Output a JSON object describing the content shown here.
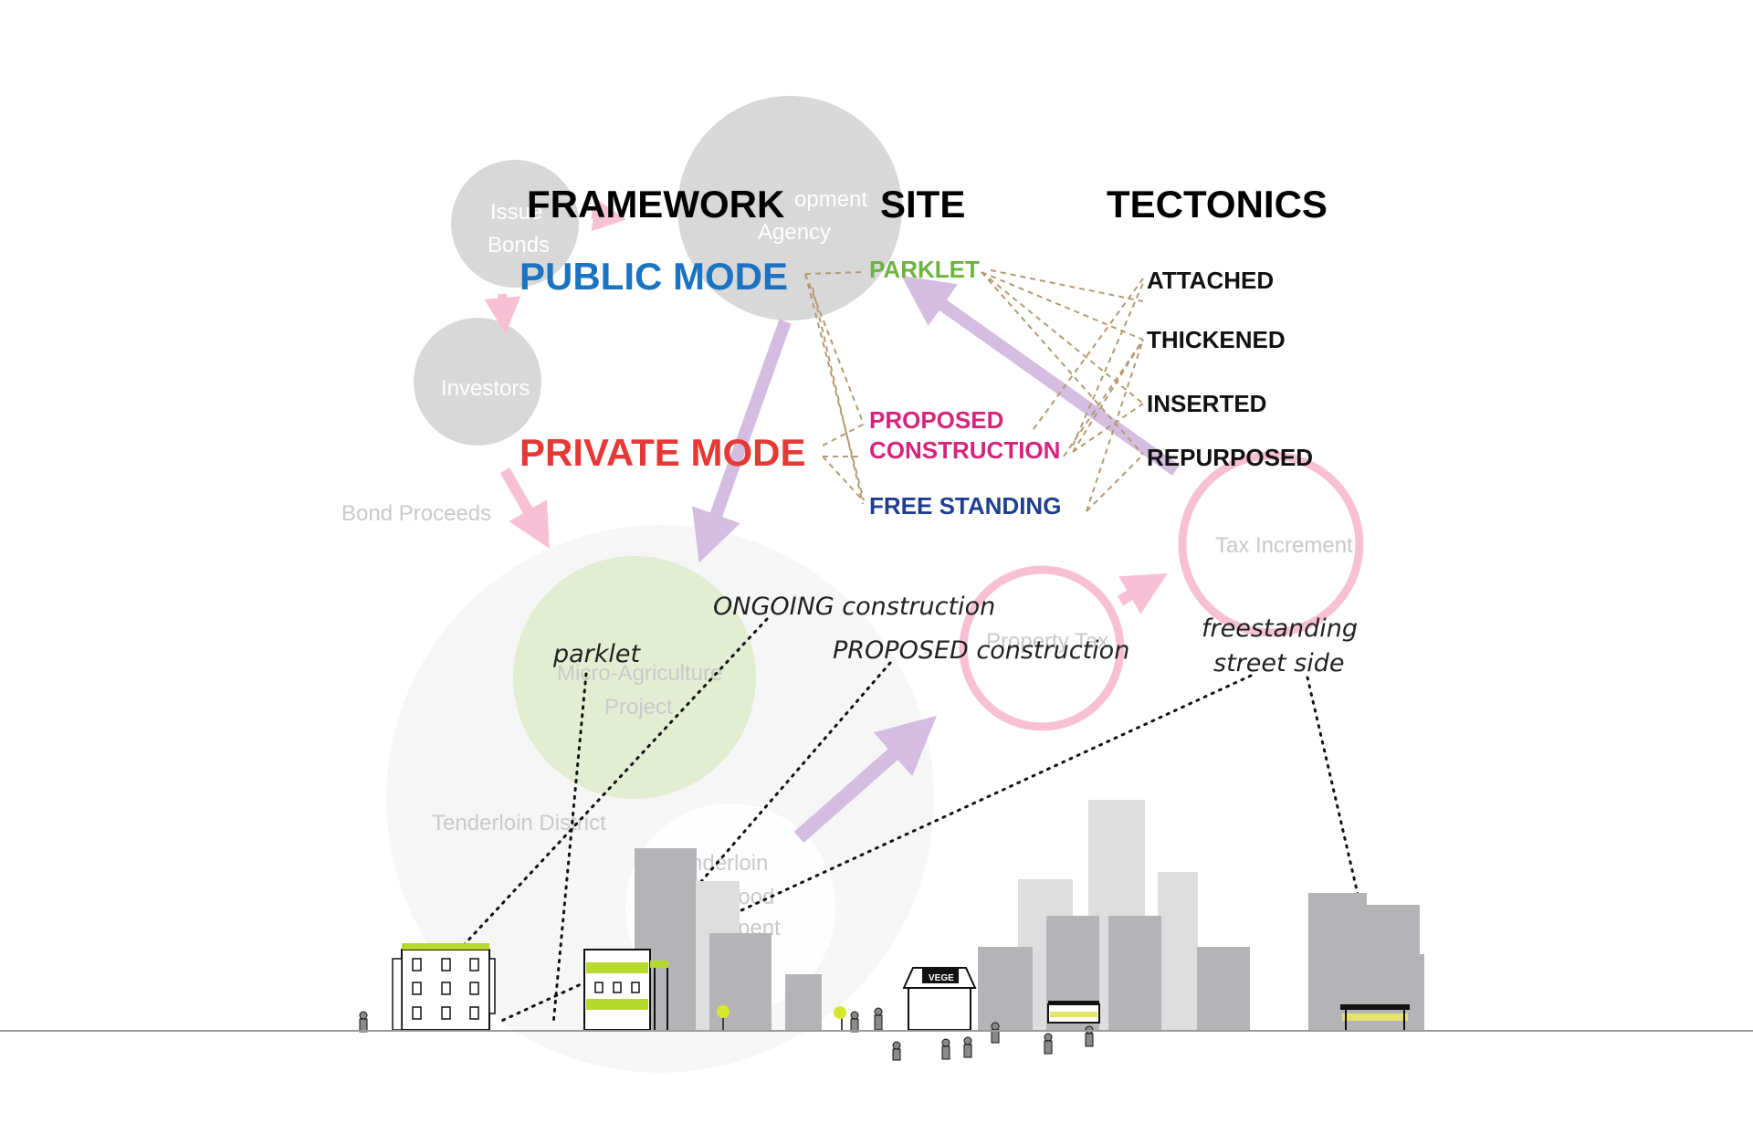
{
  "headings": {
    "framework": "FRAMEWORK",
    "site": "SITE",
    "tectonics": "TECTONICS"
  },
  "modes": {
    "public": "PUBLIC MODE",
    "private": "PRIVATE MODE"
  },
  "site_items": {
    "parklet": "PARKLET",
    "proposed_line1": "PROPOSED",
    "proposed_line2": "CONSTRUCTION",
    "free_standing": "FREE STANDING"
  },
  "tectonics_items": {
    "attached": "ATTACHED",
    "thickened": "THICKENED",
    "inserted": "INSERTED",
    "repurposed": "REPURPOSED"
  },
  "bubbles": {
    "issue_bonds_1": "Issue",
    "issue_bonds_2": "Bonds",
    "agency_1": "opment",
    "agency_2": "Agency",
    "investors": "Investors",
    "bond_proceeds": "Bond Proceeds",
    "tax_increment": "Tax Increment",
    "property_tax": "Property Tax",
    "micro_ag_1": "Micro-Agriculture",
    "micro_ag_2": "Project",
    "tenderloin_district": "Tenderloin District",
    "tn_1": "nderloin",
    "tn_2": "hood",
    "tn_3": "pent"
  },
  "annotations": {
    "ongoing": "ONGOING construction",
    "proposed": "PROPOSED construction",
    "parklet": "parklet",
    "freestanding_1": "freestanding",
    "freestanding_2": "street side"
  },
  "street": {
    "vege_sign": "VEGE"
  },
  "colors": {
    "public_mode": "#1a73c3",
    "private_mode": "#e53935",
    "parklet": "#6db33f",
    "proposed": "#d6247c",
    "free_standing": "#1e3f8f",
    "dashed_links": "#b39a73",
    "purple_arrow": "#d4bde0",
    "pink_arrow": "#f7c0d5",
    "grey_bubble": "#d8d8d9",
    "green_bubble": "#e3edd2",
    "building_dark": "#b4b4b6",
    "building_light": "#dedede",
    "plant_green": "#b6d92e"
  }
}
